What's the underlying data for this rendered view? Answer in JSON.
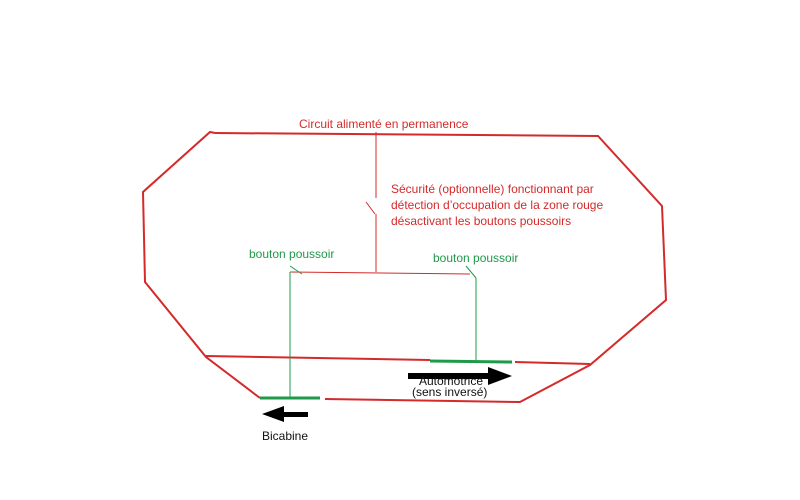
{
  "labels": {
    "circuit": "Circuit alimenté en permanence",
    "security_lines": [
      "Sécurité (optionnelle) fonctionnant par",
      "détection d’occupation de la zone rouge",
      "désactivant les boutons poussoirs"
    ],
    "button_left": "bouton poussoir",
    "button_right": "bouton poussoir",
    "automotrice": "Automotrice",
    "sens_inverse": "(sens inversé)",
    "bicabine": "Bicabine"
  },
  "colors": {
    "track": "#d42a2a",
    "button": "#1f9a4a",
    "arrow": "#000000"
  },
  "icons": {
    "right_arrow": "arrow-right-icon",
    "left_arrow": "arrow-left-icon"
  }
}
